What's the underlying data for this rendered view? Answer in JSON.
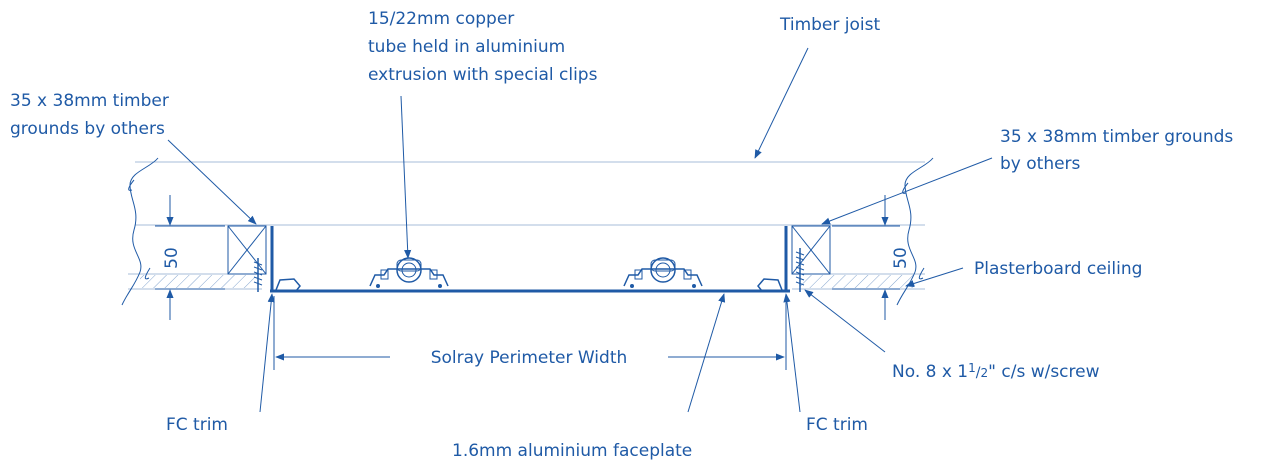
{
  "labels": {
    "copper_tube_line1": "15/22mm copper",
    "copper_tube_line2": "tube held in aluminium",
    "copper_tube_line3": "extrusion with special clips",
    "timber_joist": "Timber joist",
    "grounds_left_line1": "35 x 38mm timber",
    "grounds_left_line2": "grounds by others",
    "grounds_right_line1": "35 x 38mm timber grounds",
    "grounds_right_line2": "by others",
    "plasterboard": "Plasterboard ceiling",
    "perimeter_width": "Solray Perimeter Width",
    "screw_prefix": "No. 8 x 1",
    "screw_sup": "1",
    "screw_slash": "/",
    "screw_sub": "2",
    "screw_suffix": "\"  c/s w/screw",
    "fc_trim_left": "FC trim",
    "fc_trim_right": "FC trim",
    "faceplate": "1.6mm aluminium faceplate",
    "dim_left": "50",
    "dim_right": "50"
  },
  "colors": {
    "line": "#1f5aa6"
  }
}
